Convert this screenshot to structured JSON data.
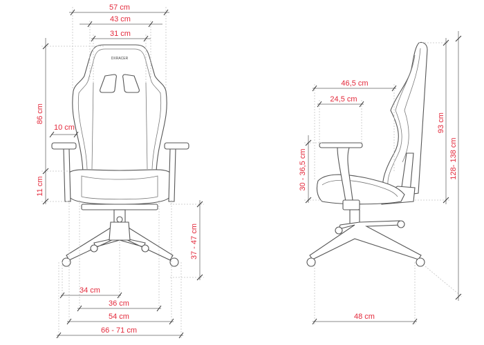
{
  "front_view": {
    "logo": "DXRACER",
    "dimensions": {
      "overall_width": "57 cm",
      "shoulder_width": "43 cm",
      "back_width": "31 cm",
      "backrest_height": "86 cm",
      "armrest_width": "10 cm",
      "seat_thickness": "11 cm",
      "seat_height": "37 - 47 cm",
      "base_radius": "34 cm",
      "seat_base_width": "36 cm",
      "seat_width": "54 cm",
      "total_width": "66 - 71 cm"
    }
  },
  "side_view": {
    "dimensions": {
      "seat_depth": "46,5 cm",
      "armrest_length": "24,5 cm",
      "armrest_height": "30 - 36,5 cm",
      "back_height": "93 cm",
      "total_height": "128- 138 cm",
      "base_depth": "48 cm"
    }
  },
  "colors": {
    "dimension_text": "#e3283a",
    "outline": "#555555",
    "dimension_line": "#8a8a8a"
  }
}
